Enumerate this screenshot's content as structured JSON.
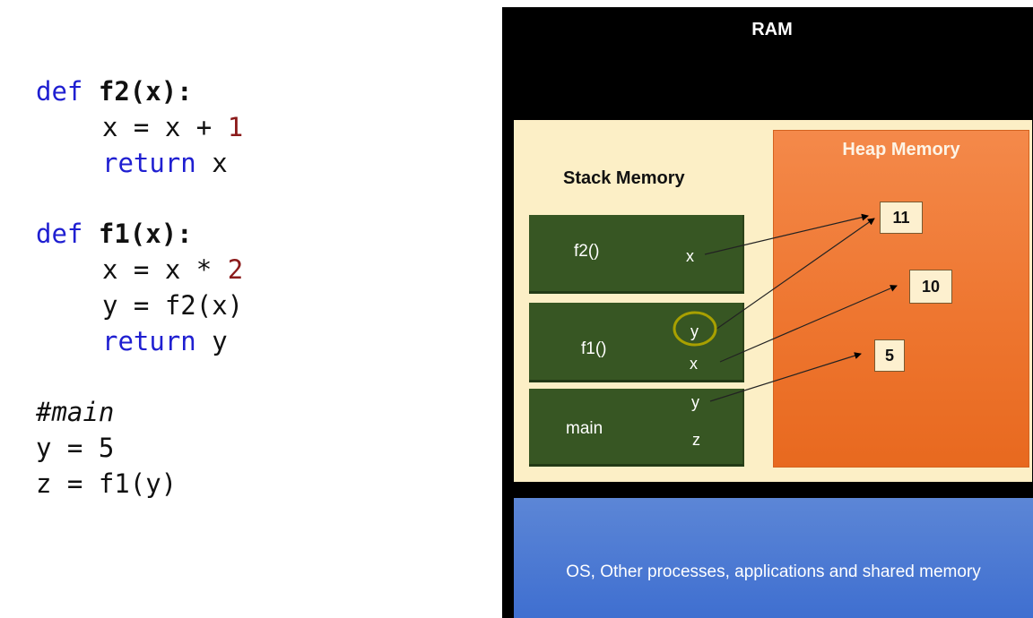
{
  "code": {
    "f2_def": {
      "keyword": "def",
      "signature": "f2(x):"
    },
    "f2_body": [
      {
        "parts": [
          "x = x + ",
          "1"
        ]
      },
      {
        "keyword": "return",
        "rest": " x"
      }
    ],
    "f1_def": {
      "keyword": "def",
      "signature": "f1(x):"
    },
    "f1_body": [
      {
        "parts": [
          "x = x * ",
          "2"
        ]
      },
      {
        "text": "y = f2(x)"
      },
      {
        "keyword": "return",
        "rest": " y"
      }
    ],
    "comment": "#main",
    "main_lines": [
      "y = 5",
      "z = f1(y)"
    ]
  },
  "ram": {
    "title": "RAM",
    "stack": {
      "title": "Stack Memory",
      "frames": [
        {
          "name": "f2()",
          "vars": [
            "x"
          ]
        },
        {
          "name": "f1()",
          "vars": [
            "y",
            "x"
          ]
        },
        {
          "name": "main",
          "vars": [
            "y",
            "z"
          ]
        }
      ]
    },
    "heap": {
      "title": "Heap Memory",
      "objects": [
        "11",
        "10",
        "5"
      ]
    },
    "os_text": "OS, Other processes, applications and shared memory"
  },
  "colors": {
    "keyword": "#1f1fd1",
    "number": "#8b1a1a",
    "stack_frame": "#375623",
    "process_area": "#fcefc6",
    "heap": "#ee7630",
    "os_area": "#4574d2",
    "highlight_circle": "#a8a000"
  }
}
